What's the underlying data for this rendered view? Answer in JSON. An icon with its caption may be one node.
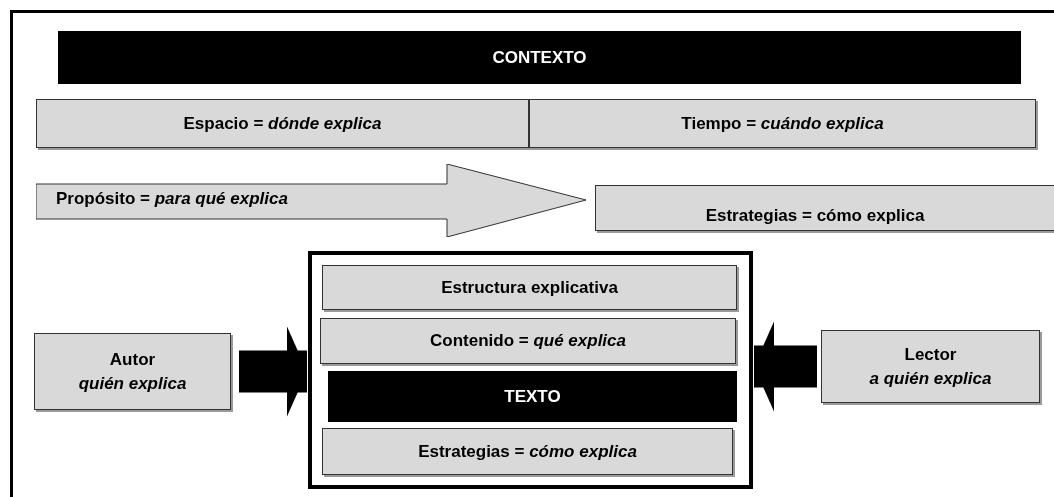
{
  "diagram": {
    "nodes": [
      {
        "text": [
          "CONTEXTO"
        ]
      },
      {
        "text": [
          "Espacio = *dónde explica*"
        ]
      },
      {
        "text": [
          "Tiempo = *cuándo explica*"
        ]
      },
      {
        "text": [
          "Propósito = *para qué explica*"
        ]
      },
      {
        "text": [
          "Estrategias = cómo explica"
        ]
      },
      {
        "text": [],
        "shape": "box"
      },
      {
        "text": [
          "Estructura explicativa"
        ],
        "in": 5
      },
      {
        "text": [
          "Contenido = *qué explica*"
        ],
        "in": 5
      },
      {
        "text": [
          "TEXTO"
        ],
        "in": 5
      },
      {
        "text": [
          "Estrategias = *cómo explica*"
        ],
        "in": 5
      },
      {
        "text": [
          "Autor",
          "quién explica"
        ]
      },
      {
        "text": [
          "Lector",
          "a quién explica"
        ]
      }
    ],
    "edges": [
      {
        "from": 10,
        "to": 5,
        "arrow": "to"
      },
      {
        "from": 11,
        "to": 5,
        "arrow": "to"
      }
    ]
  }
}
